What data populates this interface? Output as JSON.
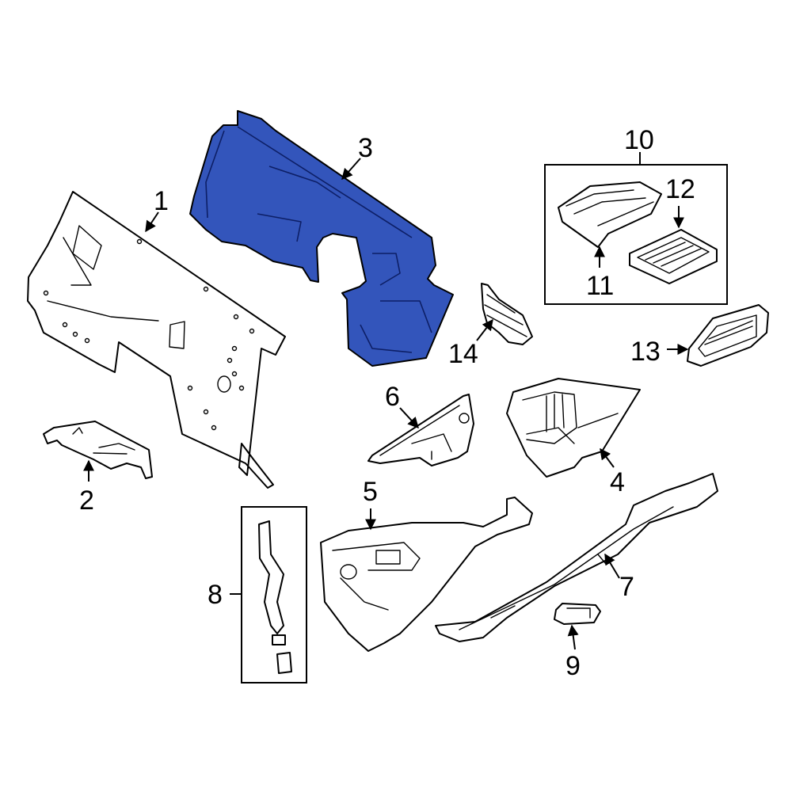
{
  "highlight_color": "#3355bb",
  "callouts": {
    "c1": "1",
    "c2": "2",
    "c3": "3",
    "c4": "4",
    "c5": "5",
    "c6": "6",
    "c7": "7",
    "c8": "8",
    "c9": "9",
    "c10": "10",
    "c11": "11",
    "c12": "12",
    "c13": "13",
    "c14": "14"
  }
}
